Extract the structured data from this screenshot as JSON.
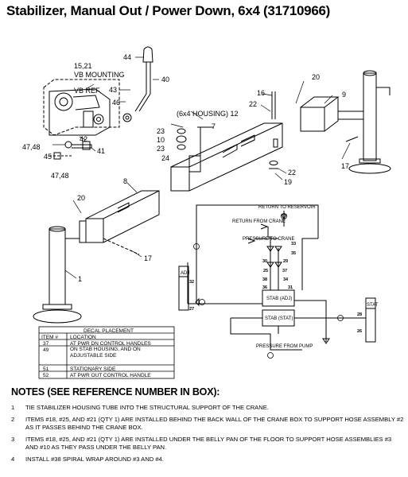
{
  "title": "Stabilizer, Manual Out / Power Down, 6x4 (31710966)",
  "callouts": {
    "c44": "44",
    "c40": "40",
    "c43": "43",
    "c46": "46",
    "c15_21": "15,21",
    "vb_mounting": "VB MOUNTING",
    "vb_ref": "VB REF",
    "c42": "42",
    "c41": "41",
    "c45": "45",
    "c47_48_a": "47,48",
    "c47_48_b": "47,48",
    "c16": "16",
    "c22a": "22",
    "housing": "(6x4 HOUSING) 12",
    "c7": "7",
    "c23a": "23",
    "c10": "10",
    "c23b": "23",
    "c24": "24",
    "c22b": "22",
    "c19": "19",
    "c20a": "20",
    "c9": "9",
    "c17a": "17",
    "c8": "8",
    "c20b": "20",
    "c17b": "17",
    "c1": "1"
  },
  "hydraulic": {
    "return_to_reservoir": "RETURN TO RESERVOIR",
    "return_from_crane": "RETURN FROM CRANE",
    "pressure_to_crane": "PRESSURE TO CRANE",
    "pressure_from_pump": "PRESSURE FROM PUMP",
    "stab_adj": "STAB (ADJ)",
    "stab_stat": "STAB (STAT)",
    "left_cyl": "ADJ",
    "right_cyl": "STAT",
    "circles": [
      "33",
      "35",
      "37",
      "25",
      "29",
      "34",
      "38",
      "30",
      "36",
      "31",
      "32",
      "28",
      "26",
      "27"
    ]
  },
  "decal_table": {
    "title": "DECAL PLACEMENT",
    "headers": [
      "ITEM #",
      "LOCATION"
    ],
    "rows": [
      [
        "37",
        "AT PWR DN CONTROL HANDLES"
      ],
      [
        "49",
        "ON STAB HOUSING, AND ON ADJUSTABLE SIDE"
      ],
      [
        "51",
        "STATIONARY SIDE"
      ],
      [
        "52",
        "AT PWR OUT CONTROL HANDLE"
      ]
    ]
  },
  "notes_heading": "NOTES (SEE REFERENCE NUMBER IN BOX):",
  "notes": [
    {
      "num": "1",
      "text": "TIE STABILIZER HOUSING TUBE INTO THE STRUCTURAL SUPPORT OF THE CRANE."
    },
    {
      "num": "2",
      "text": "ITEMS #18, #25, AND #21 (QTY 1) ARE INSTALLED BEHIND THE BACK WALL OF THE CRANE BOX TO SUPPORT HOSE ASSEMBLY #2 AS IT PASSES BEHIND THE CRANE BOX."
    },
    {
      "num": "3",
      "text": "ITEMS #18, #25, AND #21 (QTY 1) ARE INSTALLED UNDER THE BELLY PAN OF THE FLOOR TO SUPPORT HOSE ASSEMBLIES #3 AND #10 AS THEY PASS UNDER THE BELLY PAN."
    },
    {
      "num": "4",
      "text": "INSTALL #38 SPIRAL WRAP AROUND #3 AND #4."
    }
  ]
}
